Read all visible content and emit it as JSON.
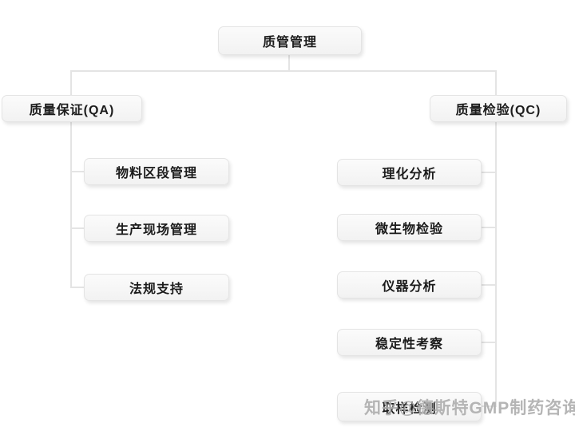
{
  "diagram": {
    "title_node": {
      "label": "质管管理"
    },
    "branches": [
      {
        "header": {
          "label": "质量保证(QA)"
        },
        "children": [
          {
            "label": "物料区段管理"
          },
          {
            "label": "生产现场管理"
          },
          {
            "label": "法规支持"
          }
        ]
      },
      {
        "header": {
          "label": "质量检验(QC)"
        },
        "children": [
          {
            "label": "理化分析"
          },
          {
            "label": "微生物检验"
          },
          {
            "label": "仪器分析"
          },
          {
            "label": "稳定性考察"
          },
          {
            "label": "取样检测"
          }
        ]
      }
    ]
  },
  "watermark": {
    "text": "知乎@德斯特GMP制药咨询"
  },
  "colors": {
    "background": "#ffffff",
    "box_fill": "#f5f5f5",
    "box_border": "#e4e4e4",
    "connector_line": "#e4e4e4",
    "text": "#1c1c1c",
    "watermark_text": "#878787"
  }
}
